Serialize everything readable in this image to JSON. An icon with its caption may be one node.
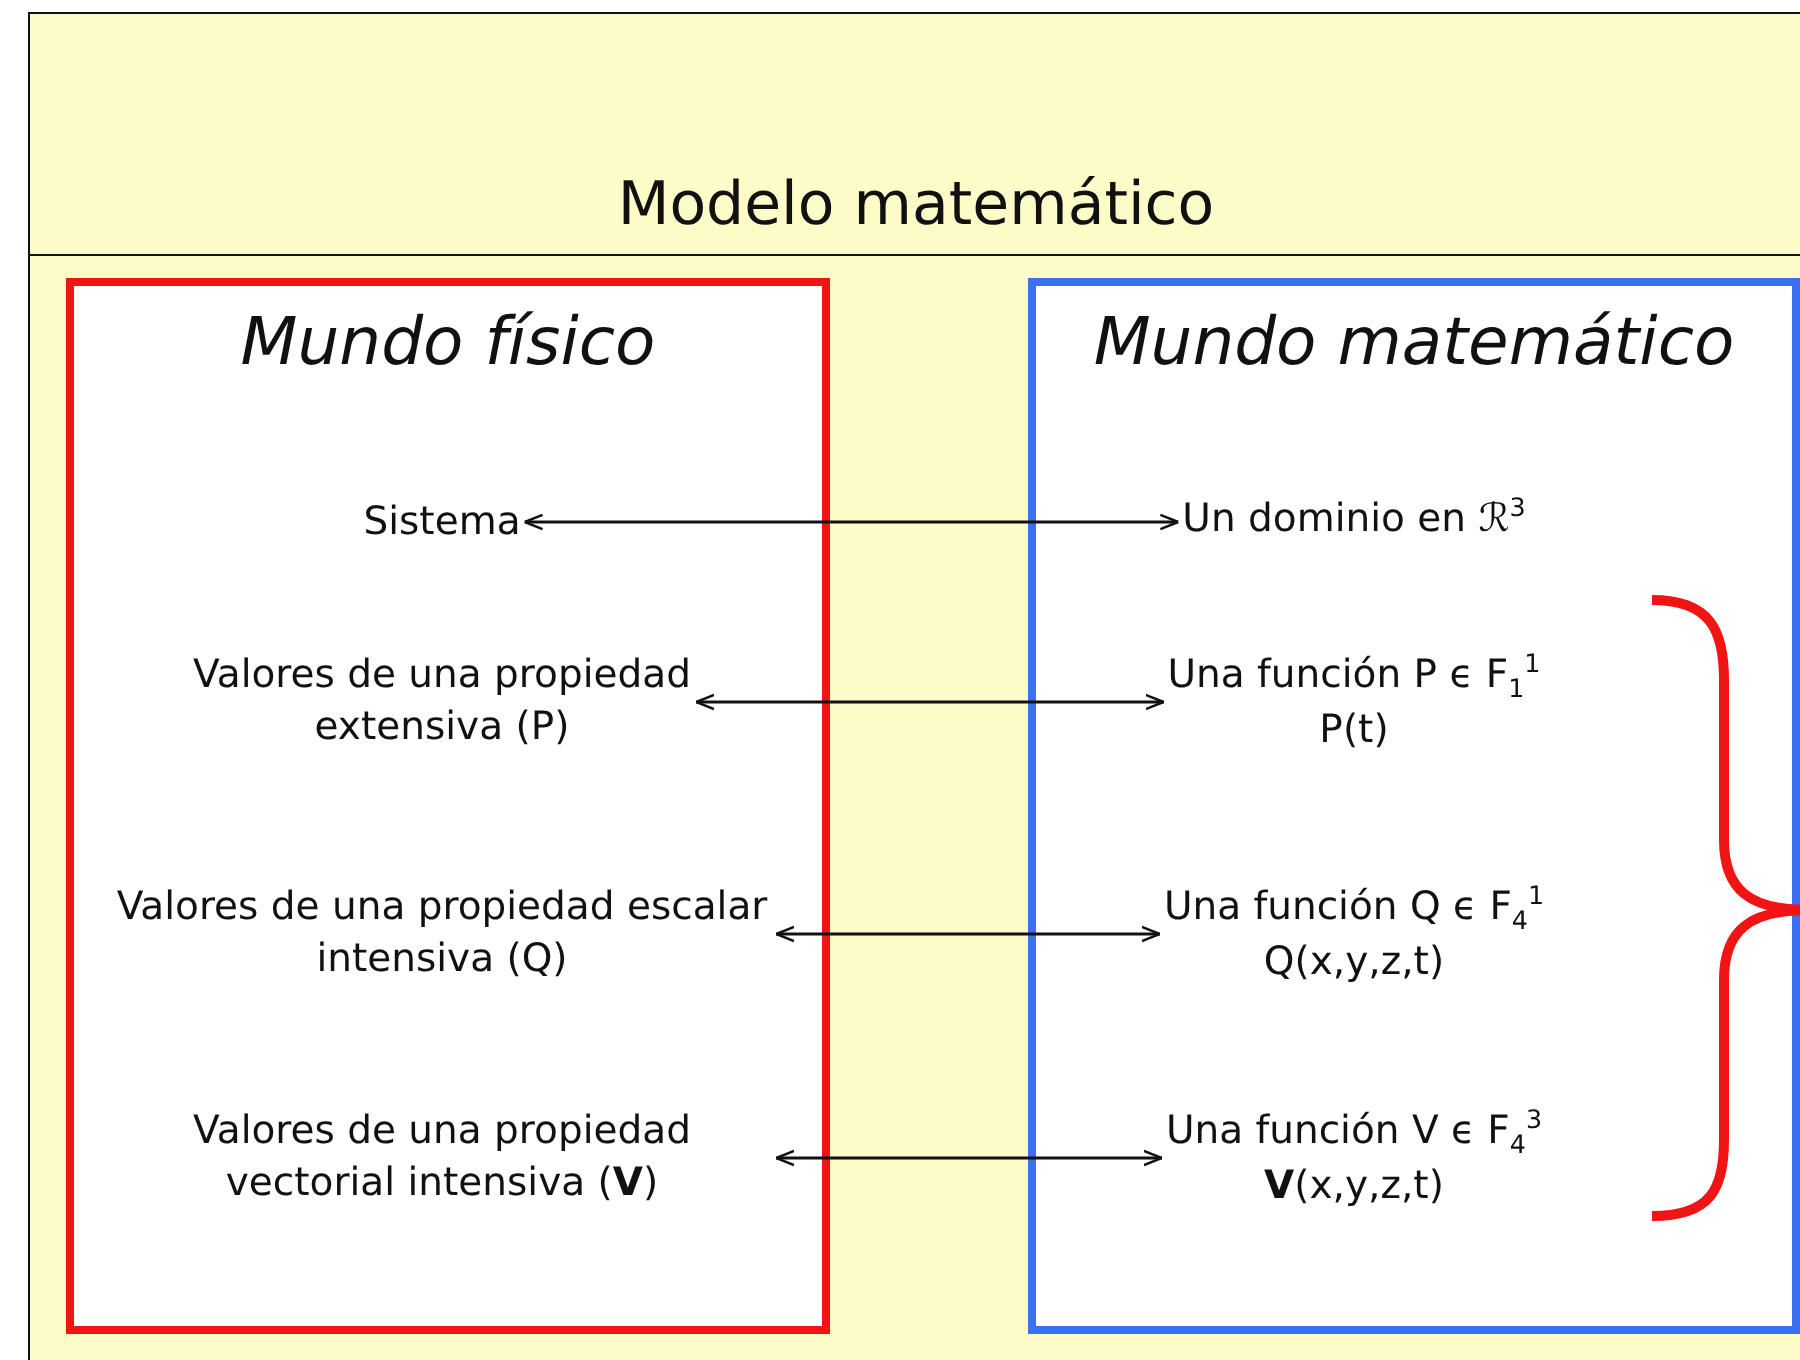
{
  "diagram": {
    "nodes": [
      {
        "text": [
          "Modelo matemático"
        ]
      },
      {
        "text": [
          "Mundo físico"
        ],
        "in": 0
      },
      {
        "text": [
          "Sistema"
        ],
        "in": 1
      },
      {
        "text": [
          "Valores de una propiedad extensiva (P)"
        ],
        "in": 1
      },
      {
        "text": [
          "Valores de una propiedad escalar intensiva (Q)"
        ],
        "in": 1
      },
      {
        "text": [
          "Valores de una propiedad vectorial intensiva (**V**)"
        ],
        "in": 1
      },
      {
        "text": [
          "Mundo matemático"
        ],
        "in": 0
      },
      {
        "text": [
          "Un dominio en ℛ$^{3}$"
        ],
        "in": 6
      },
      {
        "text": [
          "Una función P ϵ F$_{1}$$^{1}$",
          "P(t)"
        ],
        "in": 6
      },
      {
        "text": [
          "Una función Q ϵ F$_{4}$$^{1}$",
          "Q(x,y,z,t)"
        ],
        "in": 6
      },
      {
        "text": [
          "Una función V ϵ F$_{4}$$^{3}$",
          "**V**(x,y,z,t)"
        ],
        "in": 6
      }
    ],
    "edges": [
      {
        "from": 2,
        "to": 7,
        "arrow": "both"
      },
      {
        "from": 3,
        "to": 8,
        "arrow": "both"
      },
      {
        "from": 4,
        "to": 9,
        "arrow": "both"
      },
      {
        "from": 5,
        "to": 10,
        "arrow": "both"
      }
    ]
  }
}
